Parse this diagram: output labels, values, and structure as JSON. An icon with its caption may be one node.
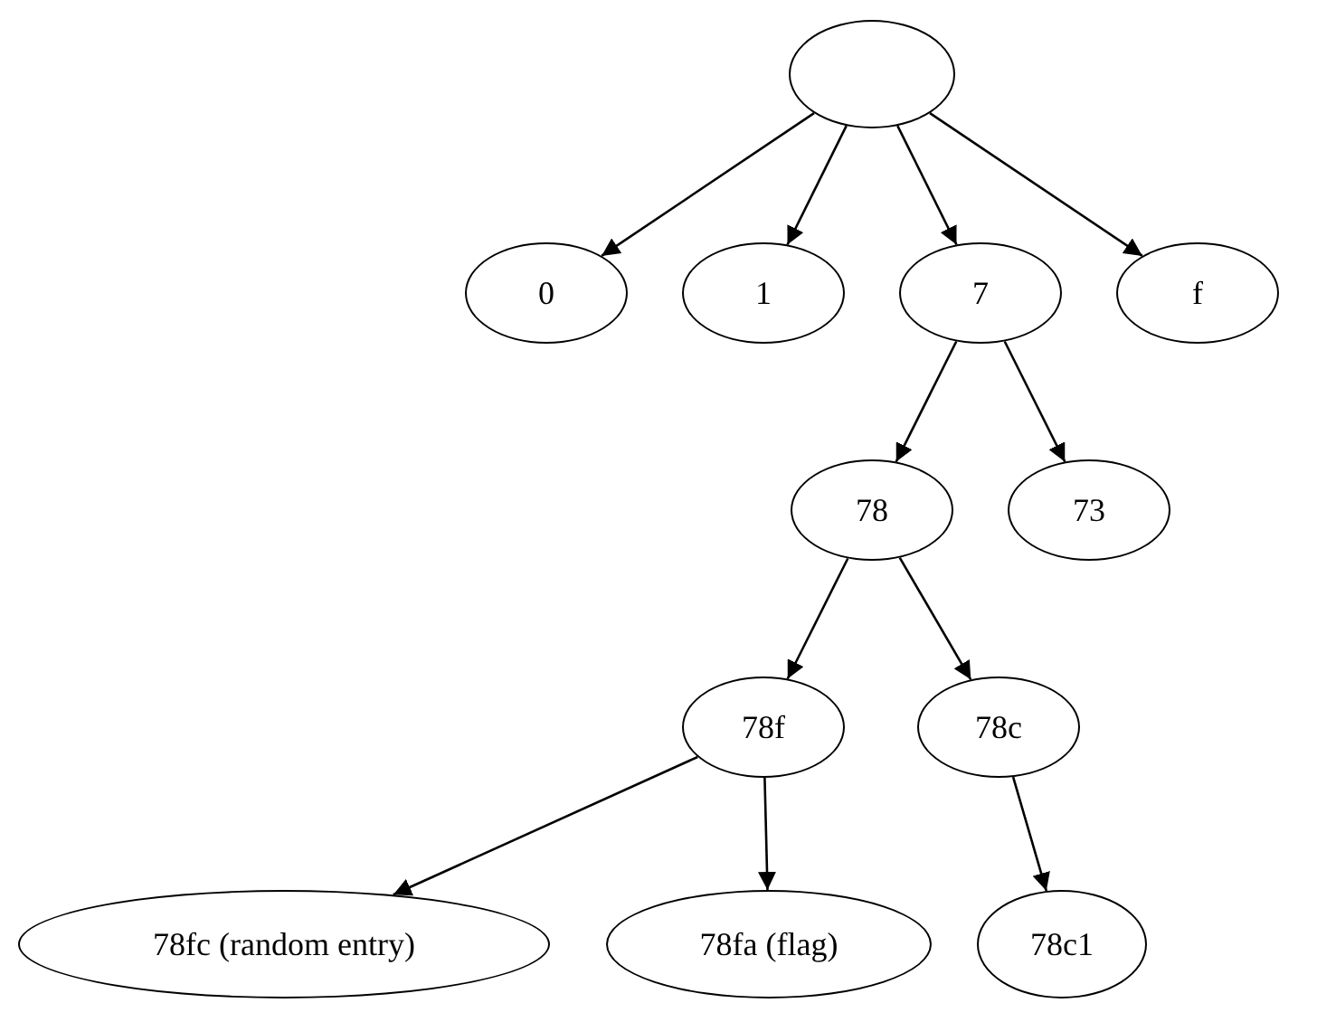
{
  "diagram": {
    "nodes": [
      {
        "text": [],
        "shape": "ellipse"
      },
      {
        "text": [
          "0"
        ]
      },
      {
        "text": [
          "1"
        ]
      },
      {
        "text": [
          "7"
        ]
      },
      {
        "text": [
          "f"
        ]
      },
      {
        "text": [
          "78"
        ]
      },
      {
        "text": [
          "73"
        ]
      },
      {
        "text": [
          "78f"
        ]
      },
      {
        "text": [
          "78c"
        ]
      },
      {
        "text": [
          "78fc (random entry)"
        ]
      },
      {
        "text": [
          "78fa (flag)"
        ]
      },
      {
        "text": [
          "78c1"
        ]
      }
    ],
    "edges": [
      {
        "from": 0,
        "to": 1,
        "arrow": "to"
      },
      {
        "from": 0,
        "to": 2,
        "arrow": "to"
      },
      {
        "from": 0,
        "to": 3,
        "arrow": "to"
      },
      {
        "from": 0,
        "to": 4,
        "arrow": "to"
      },
      {
        "from": 3,
        "to": 5,
        "arrow": "to"
      },
      {
        "from": 3,
        "to": 6,
        "arrow": "to"
      },
      {
        "from": 5,
        "to": 7,
        "arrow": "to"
      },
      {
        "from": 5,
        "to": 8,
        "arrow": "to"
      },
      {
        "from": 7,
        "to": 9,
        "arrow": "to"
      },
      {
        "from": 7,
        "to": 10,
        "arrow": "to"
      },
      {
        "from": 8,
        "to": 11,
        "arrow": "to"
      }
    ]
  }
}
